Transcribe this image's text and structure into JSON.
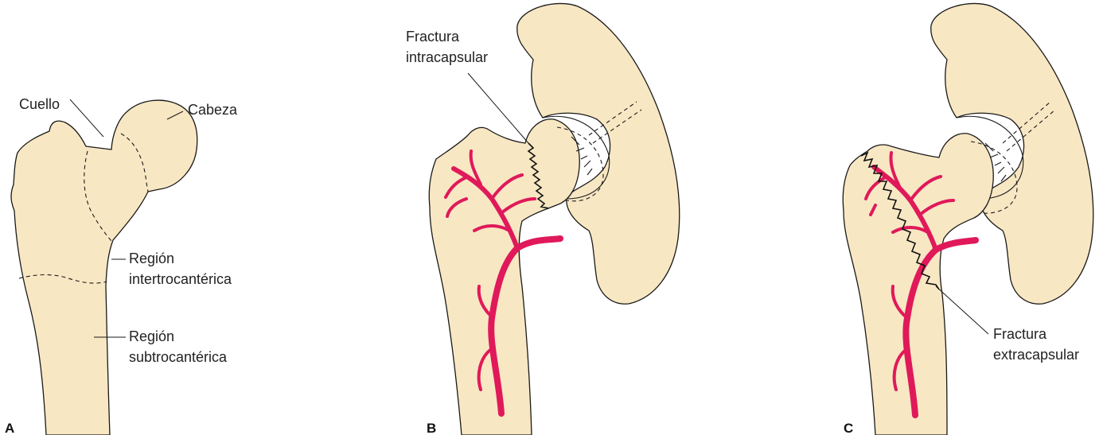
{
  "colors": {
    "bone": "#f8e7c3",
    "outline": "#1a1a1a",
    "artery": "#e0195a",
    "artery_dark": "#8a1035"
  },
  "panels": [
    {
      "letter": "A",
      "labels": {
        "neck": "Cuello",
        "head": "Cabeza",
        "intertrochanteric_1": "Región",
        "intertrochanteric_2": "intertrocantérica",
        "subtrochanteric_1": "Región",
        "subtrochanteric_2": "subtrocantérica"
      }
    },
    {
      "letter": "B",
      "labels": {
        "fracture_1": "Fractura",
        "fracture_2": "intracapsular"
      }
    },
    {
      "letter": "C",
      "labels": {
        "fracture_1": "Fractura",
        "fracture_2": "extracapsular"
      }
    }
  ]
}
